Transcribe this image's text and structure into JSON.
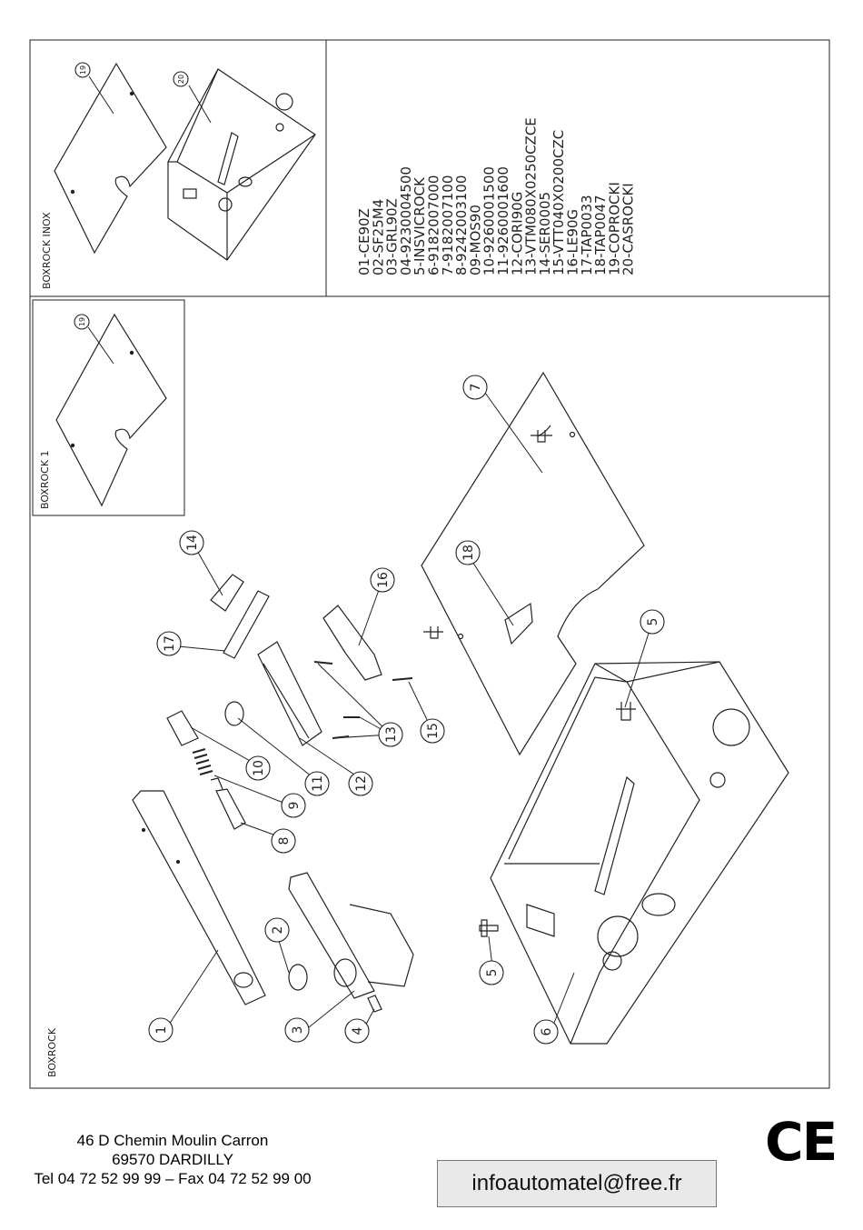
{
  "panels": {
    "boxrock_inox": "BOXROCK  INOX",
    "boxrock_1": "BOXROCK  1",
    "boxrock": "BOXROCK"
  },
  "parts_list": [
    "01-CE90Z",
    "02-SF25M4",
    "03-GRL90Z",
    "04-9230004500",
    "5-INSVICROCK",
    "6-9182007000",
    "7-9182007100",
    "8-9242003100",
    "09-MOS90",
    "10-9260001500",
    "11-9260001600",
    "12-CORI90G",
    "13-VTM080X0250CZCE",
    "14-SER0005",
    "15-VTT040X0200CZC",
    "16-LE90G",
    "17-TAP0033",
    "18-TAP0047",
    "19-COPROCKI",
    "20-CASROCKI"
  ],
  "callouts": {
    "c19a": "19",
    "c20": "20",
    "c19b": "19",
    "c1": "1",
    "c2": "2",
    "c3": "3",
    "c4": "4",
    "c5a": "5",
    "c5b": "5",
    "c6": "6",
    "c7": "7",
    "c8": "8",
    "c9": "9",
    "c10": "10",
    "c11": "11",
    "c12": "12",
    "c13": "13",
    "c14": "14",
    "c15": "15",
    "c16": "16",
    "c17": "17",
    "c18": "18"
  },
  "footer": {
    "address_line1": "46 D Chemin Moulin Carron",
    "address_line2": "69570 DARDILLY",
    "phone_fax": "Tel 04 72 52 99 99 – Fax 04 72 52 99 00",
    "email": "infoautomatel@free.fr",
    "ce_mark": "CE"
  },
  "colors": {
    "line": "#222222",
    "email_bg": "#e9e9e9"
  }
}
